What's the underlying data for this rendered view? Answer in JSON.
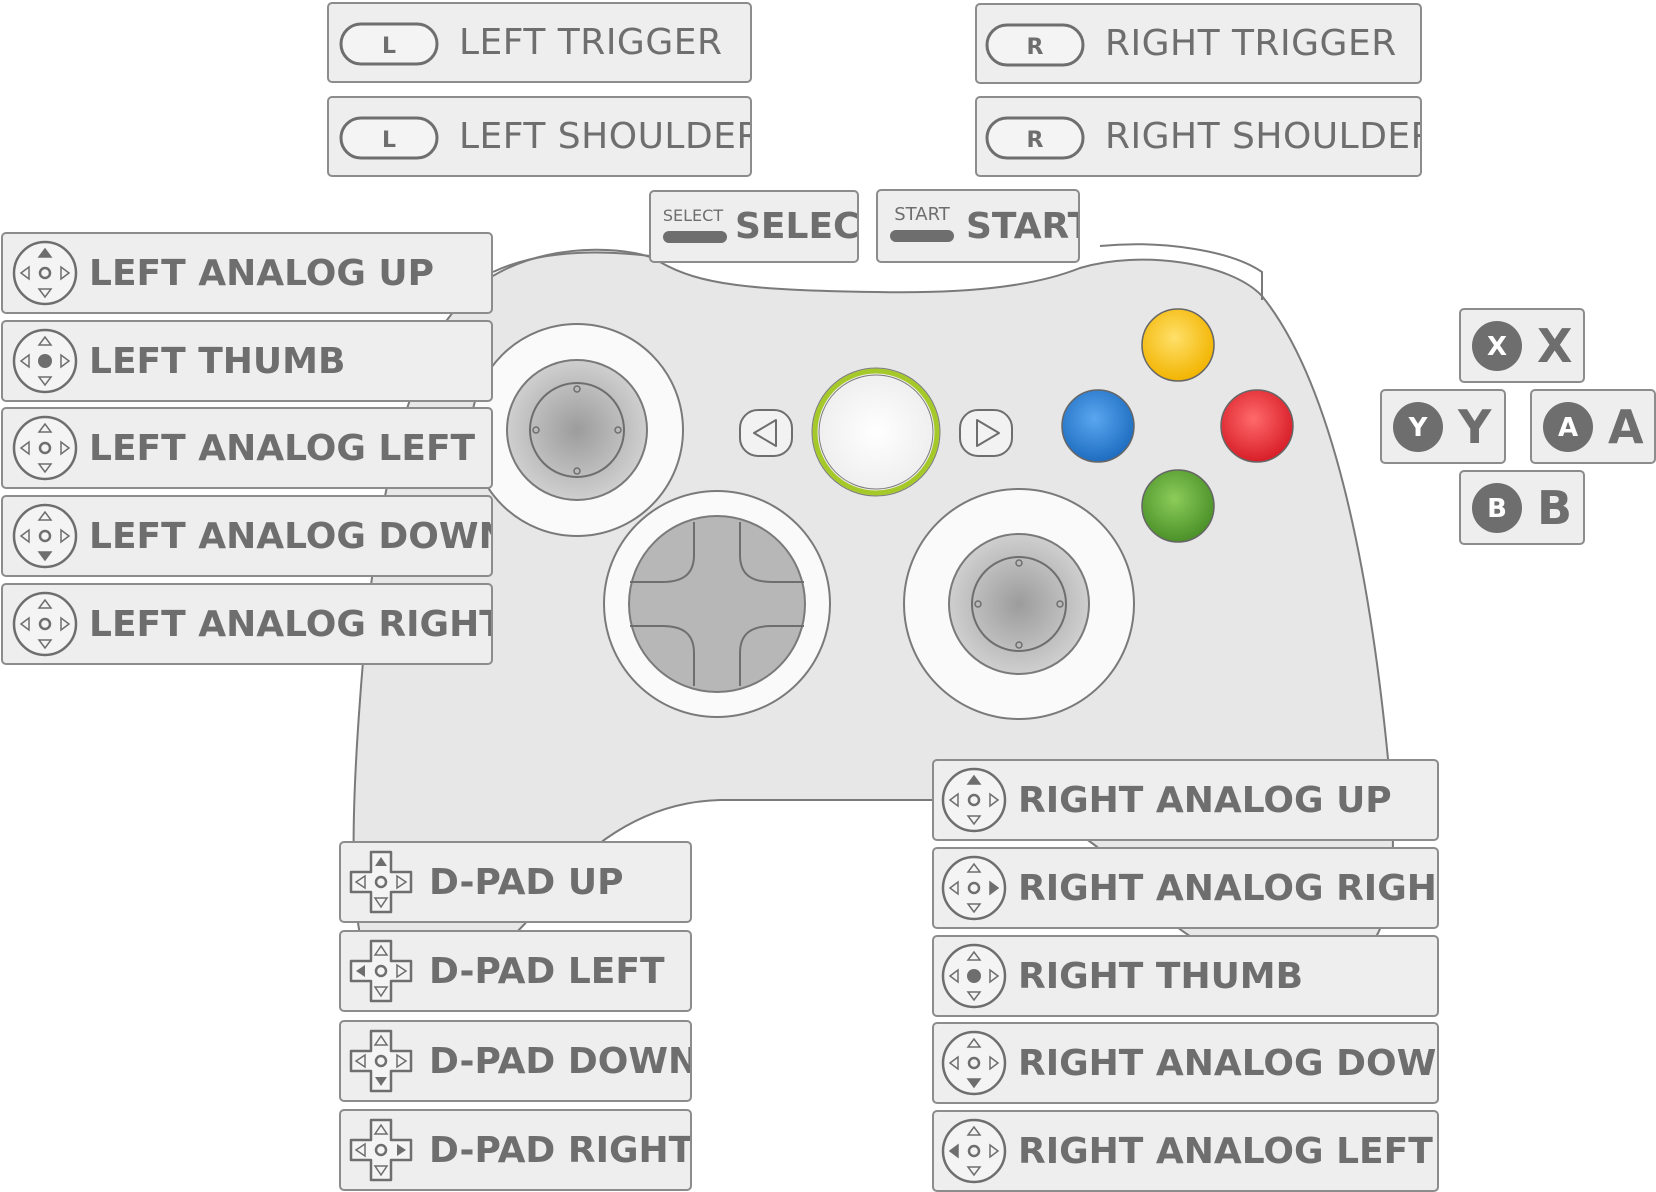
{
  "labels": {
    "left_trigger": "LEFT TRIGGER",
    "left_shoulder": "LEFT SHOULDER",
    "right_trigger": "RIGHT TRIGGER",
    "right_shoulder": "RIGHT SHOULDER",
    "select": "SELECT",
    "start": "START",
    "left_analog_up": "LEFT ANALOG UP",
    "left_thumb": "LEFT THUMB",
    "left_analog_left": "LEFT ANALOG LEFT",
    "left_analog_down": "LEFT ANALOG DOWN",
    "left_analog_right": "LEFT ANALOG RIGHT",
    "dpad_up": "D-PAD UP",
    "dpad_left": "D-PAD LEFT",
    "dpad_down": "D-PAD DOWN",
    "dpad_right": "D-PAD RIGHT",
    "right_analog_up": "RIGHT ANALOG UP",
    "right_analog_right": "RIGHT ANALOG RIGHT",
    "right_thumb": "RIGHT THUMB",
    "right_analog_down": "RIGHT ANALOG DOWN",
    "right_analog_left": "RIGHT ANALOG LEFT",
    "x": "X",
    "y": "Y",
    "a": "A",
    "b": "B"
  },
  "icon_glyphs": {
    "trigger_left": "L",
    "trigger_right": "R",
    "select_small": "SELECT",
    "start_small": "START",
    "x_badge": "X",
    "y_badge": "Y",
    "a_badge": "A",
    "b_badge": "B"
  },
  "colors": {
    "face_button_y_top": "#f7c21c",
    "face_button_x_left": "#2a78c8",
    "face_button_b_right": "#e1252f",
    "face_button_a_bottom": "#5a9e30",
    "guide_ring": "#a6c92a",
    "label_bg": "#eeeeee",
    "label_border": "#8c8c8c",
    "label_text": "#6e6e6e"
  }
}
